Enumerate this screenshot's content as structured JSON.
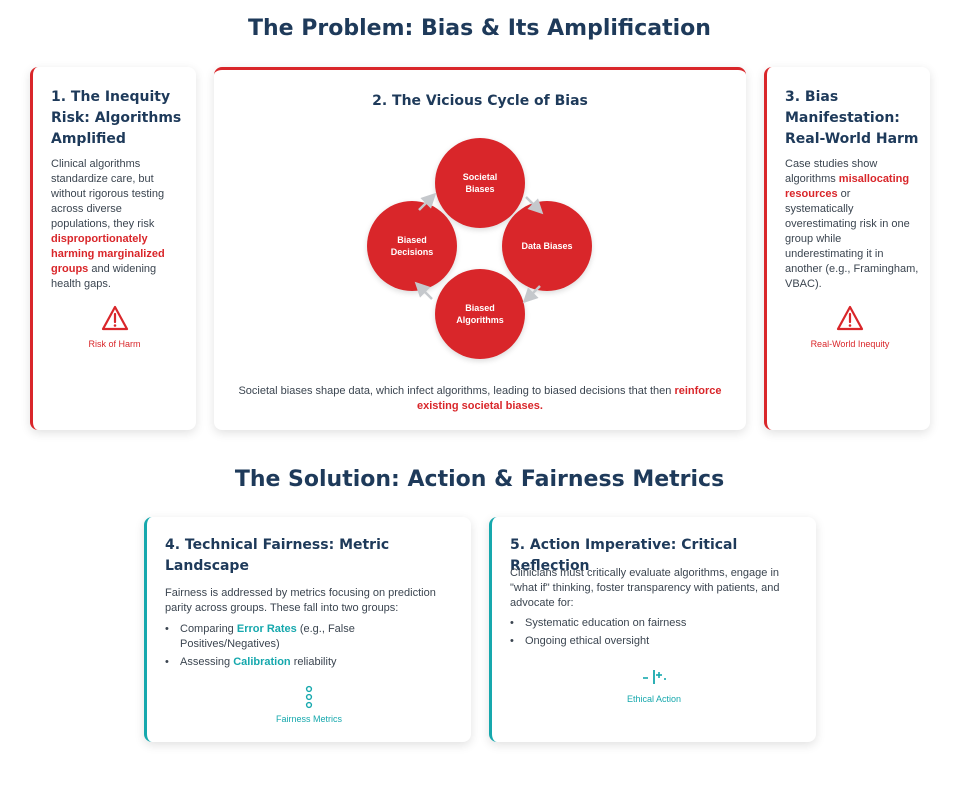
{
  "problem_title": "The Problem: Bias & Its Amplification",
  "solution_title": "The Solution: Action & Fairness Metrics",
  "card1": {
    "title": "1. The Inequity Risk: Algorithms Amplified",
    "text_a": "Clinical algorithms standardize care, but without rigorous testing across diverse populations, they risk ",
    "text_hl": "disproportionately harming marginalized groups",
    "text_b": " and widening health gaps.",
    "icon_label": "Risk of Harm"
  },
  "card2": {
    "title": "2. The Vicious Cycle of Bias",
    "nodes": {
      "top": "Societal Biases",
      "right": "Data Biases",
      "bottom": "Biased Algorithms",
      "left": "Biased Decisions"
    },
    "caption_a": "Societal biases shape data, which infect algorithms, leading to biased decisions that then ",
    "caption_hl": "reinforce existing societal biases."
  },
  "card3": {
    "title": "3. Bias Manifestation: Real-World Harm",
    "text_a": "Case studies show algorithms ",
    "text_hl": "misallocating resources",
    "text_b": " or systematically overestimating risk in one group while underestimating it in another (e.g., Framingham, VBAC).",
    "icon_label": "Real-World Inequity"
  },
  "card4": {
    "title": "4. Technical Fairness: Metric Landscape",
    "text": "Fairness is addressed by metrics focusing on prediction parity across groups. These fall into two groups:",
    "bullet1_a": "Comparing ",
    "bullet1_hl": "Error Rates",
    "bullet1_b": " (e.g., False Positives/Negatives)",
    "bullet2_a": "Assessing ",
    "bullet2_hl": "Calibration",
    "bullet2_b": " reliability",
    "icon_label": "Fairness Metrics"
  },
  "card5": {
    "title": "5. Action Imperative: Critical Reflection",
    "text": "Clinicians must critically evaluate algorithms, engage in \"what if\" thinking, foster transparency with patients, and advocate for:",
    "bullet1": "Systematic education on fairness",
    "bullet2": "Ongoing ethical oversight",
    "icon_label": "Ethical Action"
  },
  "colors": {
    "accent_red": "#d9262a",
    "accent_teal": "#16a8ad",
    "heading_navy": "#1e3a5a"
  },
  "icons": {
    "card1": "warning-triangle-icon",
    "card3": "warning-triangle-icon",
    "card4": "vertical-dots-icon",
    "card5": "balance-icon"
  }
}
